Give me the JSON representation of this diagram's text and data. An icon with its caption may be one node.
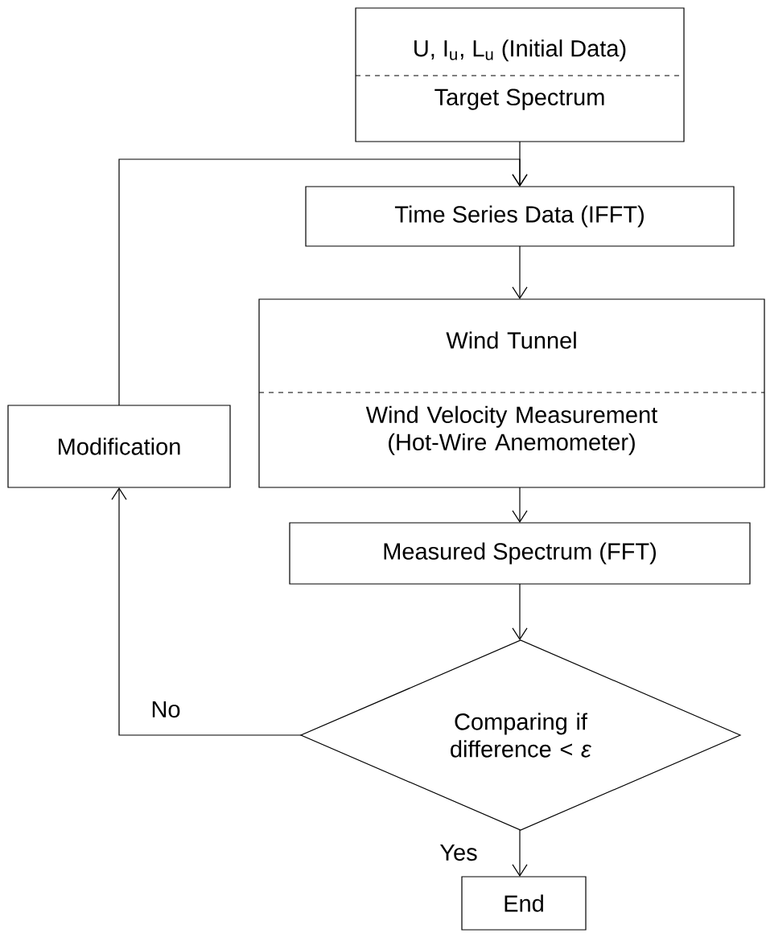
{
  "diagram": {
    "nodes": [
      {
        "text": [
          "U, I$_{u}$, L$_{u}$ (Initial Data)",
          "Target Spectrum"
        ]
      },
      {
        "text": [
          "Time Series Data (IFFT)"
        ]
      },
      {
        "text": [
          "Wind Tunnel",
          "Wind Velocity Measurement (Hot-Wire Anemometer)"
        ]
      },
      {
        "text": [
          "Measured Spectrum (FFT)"
        ]
      },
      {
        "text": [
          "Comparing if difference < *ε*"
        ]
      },
      {
        "text": [
          "End"
        ]
      },
      {
        "text": [
          "Modification"
        ]
      }
    ],
    "edges": [
      {
        "from": 0,
        "to": 1,
        "arrow": "to"
      },
      {
        "from": 1,
        "to": 2,
        "arrow": "to"
      },
      {
        "from": 2,
        "to": 3,
        "arrow": "to"
      },
      {
        "from": 3,
        "to": 4,
        "arrow": "to"
      },
      {
        "from": 4,
        "to": 5,
        "arrow": "to",
        "label": "Yes"
      },
      {
        "from": 4,
        "to": 6,
        "arrow": "to",
        "label": "No"
      },
      {
        "from": 6,
        "to": 1,
        "arrow": "to"
      }
    ]
  }
}
